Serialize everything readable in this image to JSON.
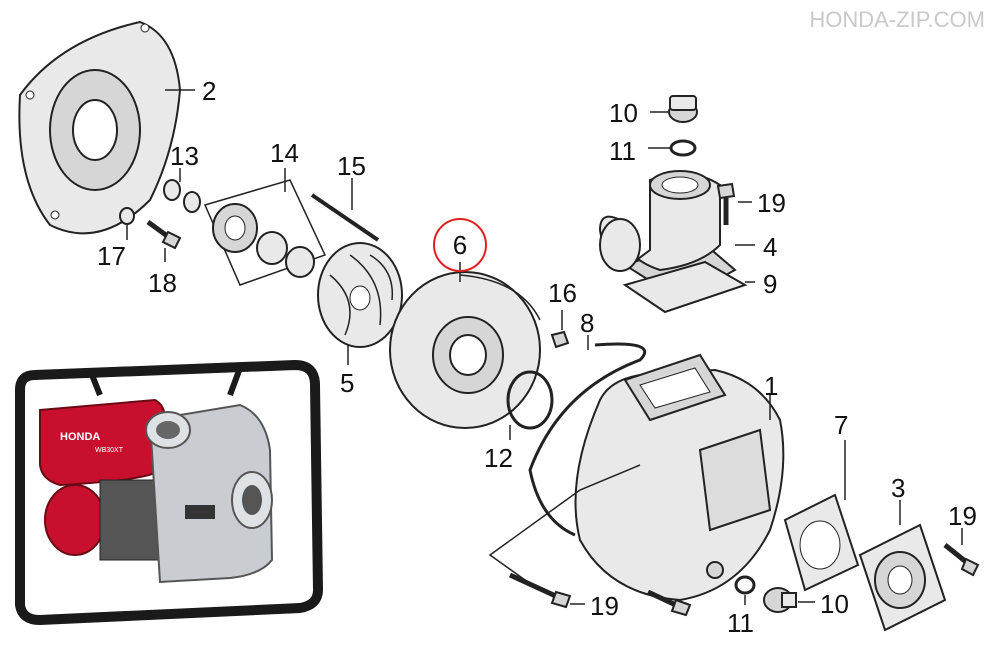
{
  "watermark": "HONDA-ZIP.COM",
  "highlighted_callout": "6",
  "highlight_color": "#e02020",
  "callouts": {
    "c2": "2",
    "c13": "13",
    "c14": "14",
    "c15": "15",
    "c17": "17",
    "c18": "18",
    "c5": "5",
    "c6": "6",
    "c16": "16",
    "c8": "8",
    "c12": "12",
    "c1": "1",
    "c7": "7",
    "c3": "3",
    "c19a": "19",
    "c19b": "19",
    "c19c": "19",
    "c10a": "10",
    "c11a": "11",
    "c4": "4",
    "c9": "9",
    "c10b": "10",
    "c11b": "11"
  },
  "product_photo": {
    "brand_text": "HONDA",
    "model_text": "WB30XT"
  },
  "colors": {
    "engine_red": "#c8102e",
    "frame_black": "#1a1a1a",
    "pump_silver": "#c9ccd0"
  }
}
